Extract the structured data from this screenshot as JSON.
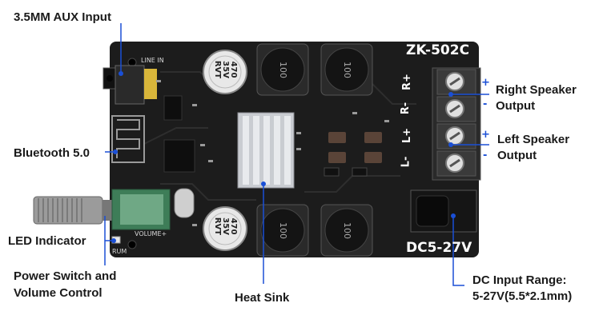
{
  "callouts": {
    "aux_input": "3.5MM AUX Input",
    "bluetooth": "Bluetooth 5.0",
    "led_indicator": "LED Indicator",
    "power_switch_line1": "Power Switch and",
    "power_switch_line2": "Volume Control",
    "heat_sink": "Heat Sink",
    "right_speaker_line1": "Right Speaker",
    "right_speaker_line2": "Output",
    "left_speaker_line1": "Left Speaker",
    "left_speaker_line2": "Output",
    "dc_input_line1": "DC Input Range:",
    "dc_input_line2": "5-27V(5.5*2.1mm)"
  },
  "board": {
    "model": "ZK-502C",
    "dc_rating": "DC5-27V",
    "line_in": "LINE IN",
    "volume": "VOLUME+",
    "led_mark": "RUM",
    "terminal_labels": [
      "R+",
      "R-",
      "L+",
      "L-"
    ],
    "capacitor_top": [
      "470",
      "35V",
      "RVT"
    ],
    "capacitor_bottom": [
      "470",
      "35V",
      "RVT"
    ],
    "inductor_labels": [
      "100",
      "100",
      "100",
      "100"
    ],
    "term_signs": [
      "+",
      "-",
      "+",
      "-"
    ]
  },
  "colors": {
    "board": "#1c1c1c",
    "callout_line": "#1a4fd6",
    "heat_sink": "#c9ccd1",
    "terminal": "#2a2a2a"
  }
}
